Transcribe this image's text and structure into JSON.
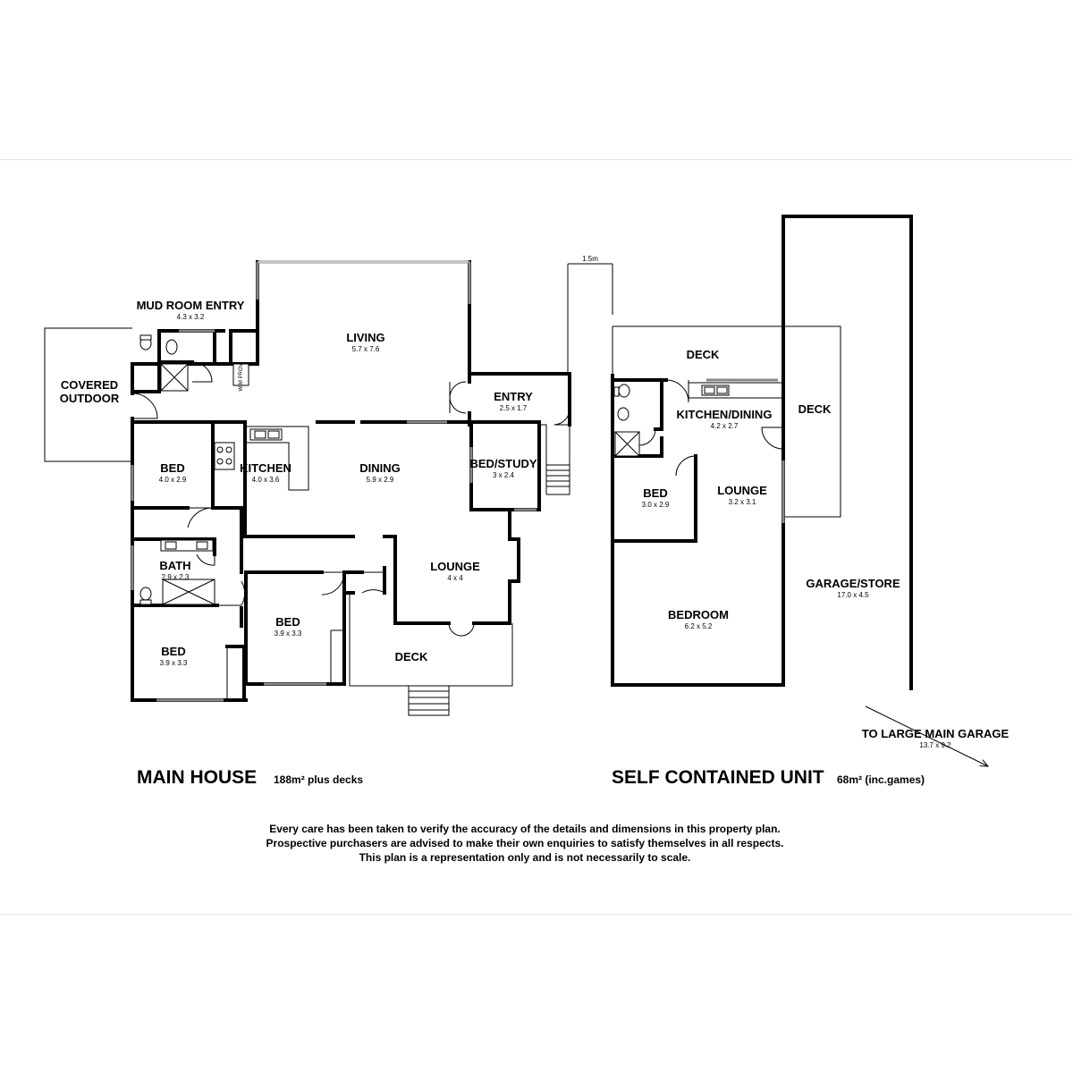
{
  "main_house": {
    "title": "MAIN HOUSE",
    "area": "188m² plus decks",
    "rooms": [
      {
        "id": "mud-room-entry",
        "label": "MUD ROOM ENTRY",
        "dims": "4.3 x 3.2"
      },
      {
        "id": "living",
        "label": "LIVING",
        "dims": "5.7 x 7.6"
      },
      {
        "id": "covered-outdoor",
        "label": "COVERED OUTDOOR",
        "dims": ""
      },
      {
        "id": "entry",
        "label": "ENTRY",
        "dims": "2.5 x 1.7"
      },
      {
        "id": "bed-1",
        "label": "BED",
        "dims": "4.0 x 2.9"
      },
      {
        "id": "kitchen",
        "label": "KITCHEN",
        "dims": "4.0 x 3.6"
      },
      {
        "id": "dining",
        "label": "DINING",
        "dims": "5.9 x 2.9"
      },
      {
        "id": "bed-study",
        "label": "BED/STUDY",
        "dims": "3 x 2.4"
      },
      {
        "id": "bath",
        "label": "BATH",
        "dims": "2.9 x 2.3"
      },
      {
        "id": "lounge",
        "label": "LOUNGE",
        "dims": "4 x 4"
      },
      {
        "id": "bed-2",
        "label": "BED",
        "dims": "3.9 x 3.3"
      },
      {
        "id": "bed-3",
        "label": "BED",
        "dims": "3.9 x 3.3"
      },
      {
        "id": "deck",
        "label": "DECK",
        "dims": ""
      }
    ],
    "wm_prov": "W/M PROV"
  },
  "unit": {
    "title": "SELF CONTAINED UNIT",
    "area": "68m² (inc.games)",
    "rooms": [
      {
        "id": "unit-deck-top",
        "label": "DECK",
        "dims": ""
      },
      {
        "id": "unit-deck-right",
        "label": "DECK",
        "dims": ""
      },
      {
        "id": "unit-kitchen-dining",
        "label": "KITCHEN/DINING",
        "dims": "4.2 x 2.7"
      },
      {
        "id": "unit-bed",
        "label": "BED",
        "dims": "3.0 x 2.9"
      },
      {
        "id": "unit-lounge",
        "label": "LOUNGE",
        "dims": "3.2 x 3.1"
      },
      {
        "id": "unit-bedroom",
        "label": "BEDROOM",
        "dims": "6.2 x 5.2"
      },
      {
        "id": "garage-store",
        "label": "GARAGE/STORE",
        "dims": "17.0 x 4.5"
      }
    ]
  },
  "separation": "1.5m",
  "garage_pointer": {
    "label": "TO LARGE MAIN GARAGE",
    "dims": "13.7 x 9.2"
  },
  "disclaimer": [
    "Every care has been taken to verify the accuracy of the details and dimensions in this property plan.",
    "Prospective purchasers are advised to make their own enquiries to satisfy themselves in all respects.",
    "This plan is a representation only and is not necessarily to scale."
  ]
}
